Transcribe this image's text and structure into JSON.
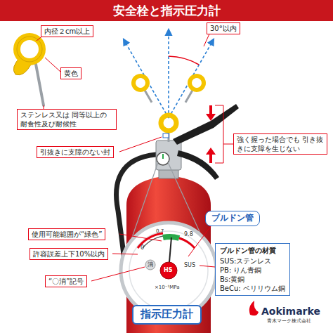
{
  "diagram": {
    "title": "安全栓と指示圧力計",
    "nodes": [
      {
        "text": [
          "内径２cm以上"
        ]
      },
      {
        "text": [
          "黄色"
        ]
      },
      {
        "text": [
          "ステンレス又は 同等以上の耐食性及び耐候性"
        ]
      },
      {
        "text": [
          "30°以内"
        ]
      },
      {
        "text": [
          "引抜きに支障のない封"
        ]
      },
      {
        "text": [
          "強く握った場合でも 引き抜きに支障を生じない"
        ]
      },
      {
        "text": [
          "ブルドン管"
        ]
      },
      {
        "text": [
          "使用可能範囲が“緑色”"
        ]
      },
      {
        "text": [
          "許容誤差上下10%以内"
        ]
      },
      {
        "text": [
          "“〇消”記号"
        ]
      },
      {
        "text": [
          "ブルドン管の材質",
          "SUS:ステンレス",
          "PB: りん青銅",
          "Bs:黄銅",
          "BeCu: ベリリウム銅"
        ]
      },
      {
        "text": [
          "指示圧力計"
        ]
      }
    ],
    "labels": [
      "0",
      "0.7",
      "9.8",
      "消",
      "HS",
      "SUS",
      "×10⁻¹MPa",
      "Aokimarke",
      "青木マーク株式会社"
    ]
  }
}
